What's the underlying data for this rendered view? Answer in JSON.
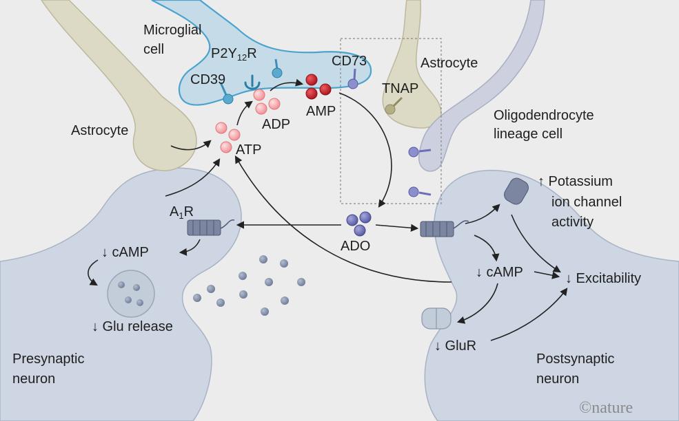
{
  "cells": {
    "microglial": "Microglial\ncell",
    "astrocyte_left": "Astrocyte",
    "astrocyte_right": "Astrocyte",
    "oligodendrocyte": "Oligodendrocyte\nlineage cell",
    "presynaptic": "Presynaptic\nneuron",
    "postsynaptic": "Postsynaptic\nneuron"
  },
  "receptors": {
    "p2y12r": {
      "main": "P2Y",
      "sub": "12",
      "tail": "R"
    },
    "cd39": "CD39",
    "cd73": "CD73",
    "tnap": "TNAP",
    "a1r": {
      "main": "A",
      "sub": "1",
      "tail": "R"
    }
  },
  "molecules": {
    "atp": "ATP",
    "adp": "ADP",
    "amp": "AMP",
    "ado": "ADO"
  },
  "effects": {
    "pre_camp": "↓ cAMP",
    "glu_release": "↓ Glu release",
    "potassium": "↑ Potassium\nion channel\nactivity",
    "post_camp": "↓ cAMP",
    "excitability": "↓ Excitability",
    "glur": "↓ GluR"
  },
  "credit": "©nature",
  "colors": {
    "neuron": "#cdd6e2",
    "astrocyte": "#dcd9c4",
    "microglia_outline": "#4aa3cd",
    "atp_light": "#f4a9ad",
    "amp_dark": "#c8222a",
    "ado": "#6b6fb5",
    "vesicle": "#7d8aa3"
  }
}
